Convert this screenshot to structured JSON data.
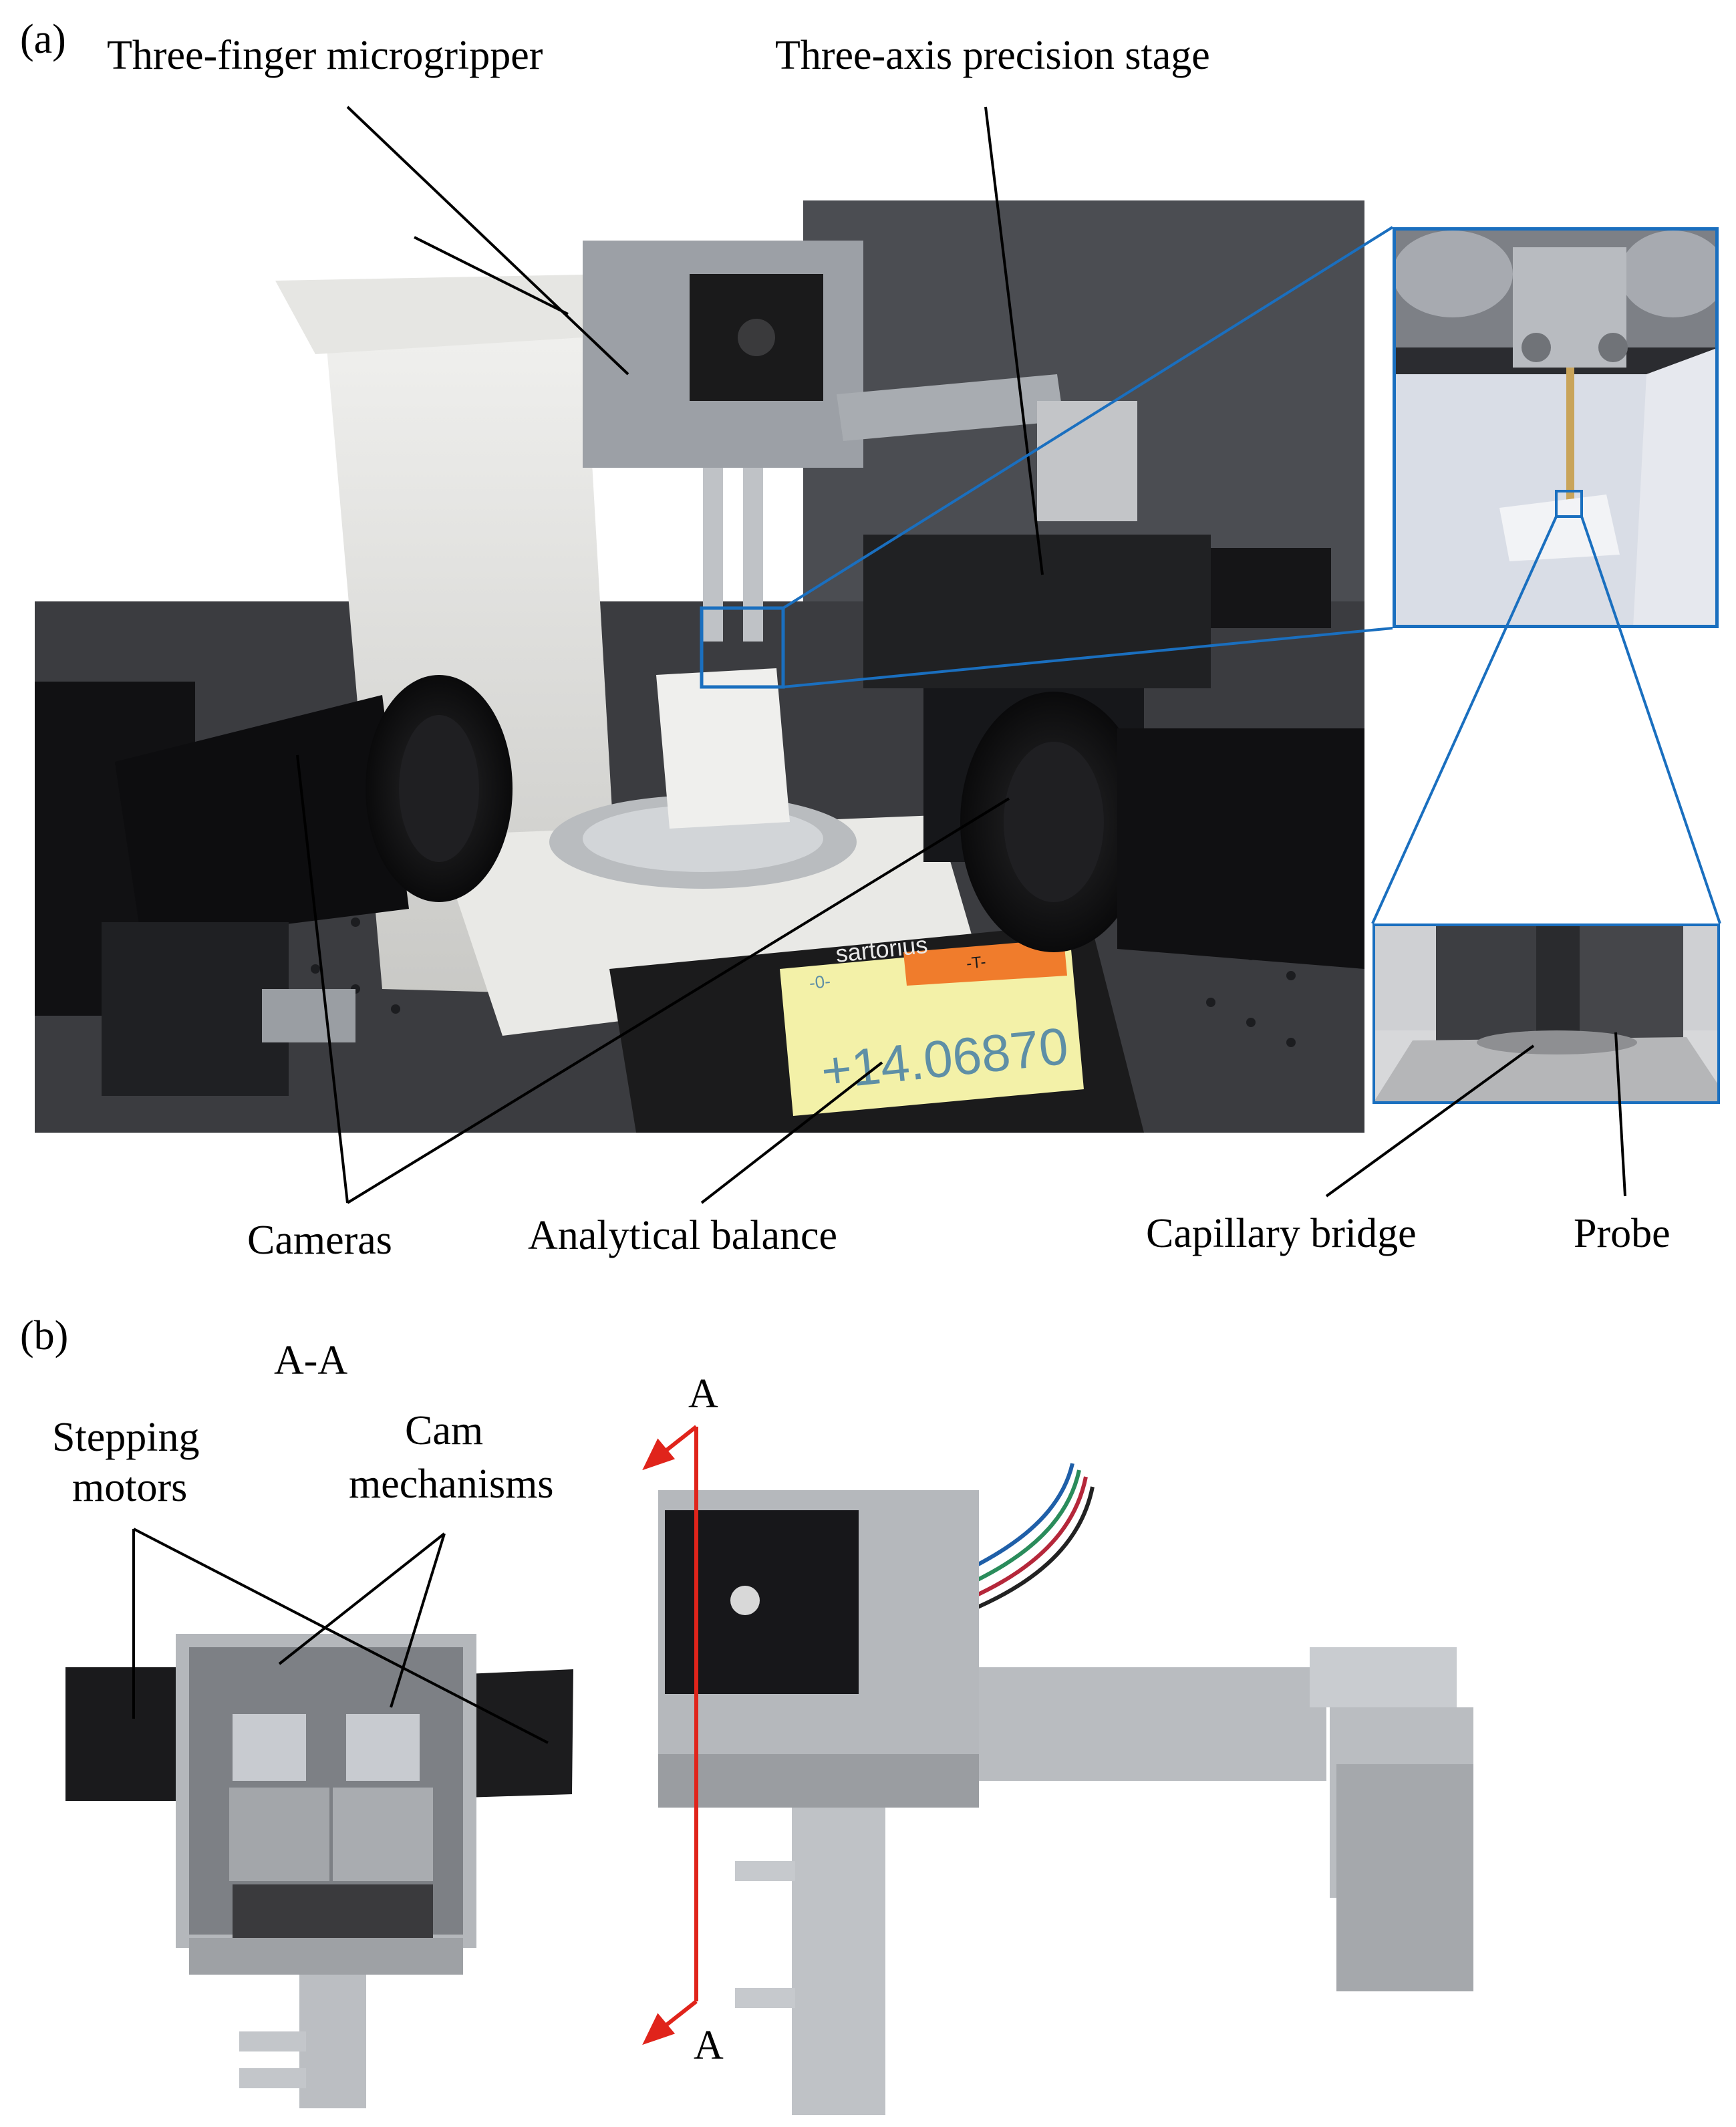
{
  "panel_a": {
    "tag": "(a)",
    "labels": {
      "gripper": "Three-finger microgripper",
      "stage": "Three-axis precision stage",
      "cameras": "Cameras",
      "balance": "Analytical balance",
      "bridge": "Capillary bridge",
      "probe": "Probe"
    },
    "display": {
      "brand": "sartorius",
      "reading": "+14.06870",
      "tare": "-T-",
      "zero": "-0-"
    }
  },
  "panel_b": {
    "tag": "(b)",
    "section_title": "A-A",
    "labels": {
      "motors_line1": "Stepping",
      "motors_line2": "motors",
      "cam_line1": "Cam",
      "cam_line2": "mechanisms",
      "section_top": "A",
      "section_bottom": "A"
    }
  },
  "colors": {
    "callout_blue": "#1a6fbf",
    "section_red": "#e0241b",
    "display_orange": "#f07c2c",
    "display_screen": "#f3f1a8"
  }
}
